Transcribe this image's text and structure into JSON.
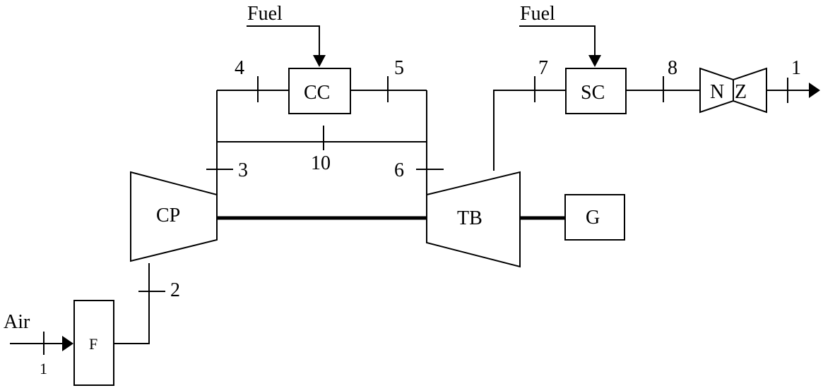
{
  "inputs": {
    "fuel_cc": "Fuel",
    "fuel_sc": "Fuel",
    "air": "Air"
  },
  "components": {
    "filter": "F",
    "compressor": "CP",
    "combustion_chamber": "CC",
    "turbine": "TB",
    "generator": "G",
    "supplementary_combustor": "SC",
    "nozzle_n": "N",
    "nozzle_z": "Z"
  },
  "states": {
    "s1_inlet": "1",
    "s2": "2",
    "s3": "3",
    "s4": "4",
    "s5": "5",
    "s6": "6",
    "s7": "7",
    "s8": "8",
    "s10": "10",
    "s1_outlet": "1"
  }
}
